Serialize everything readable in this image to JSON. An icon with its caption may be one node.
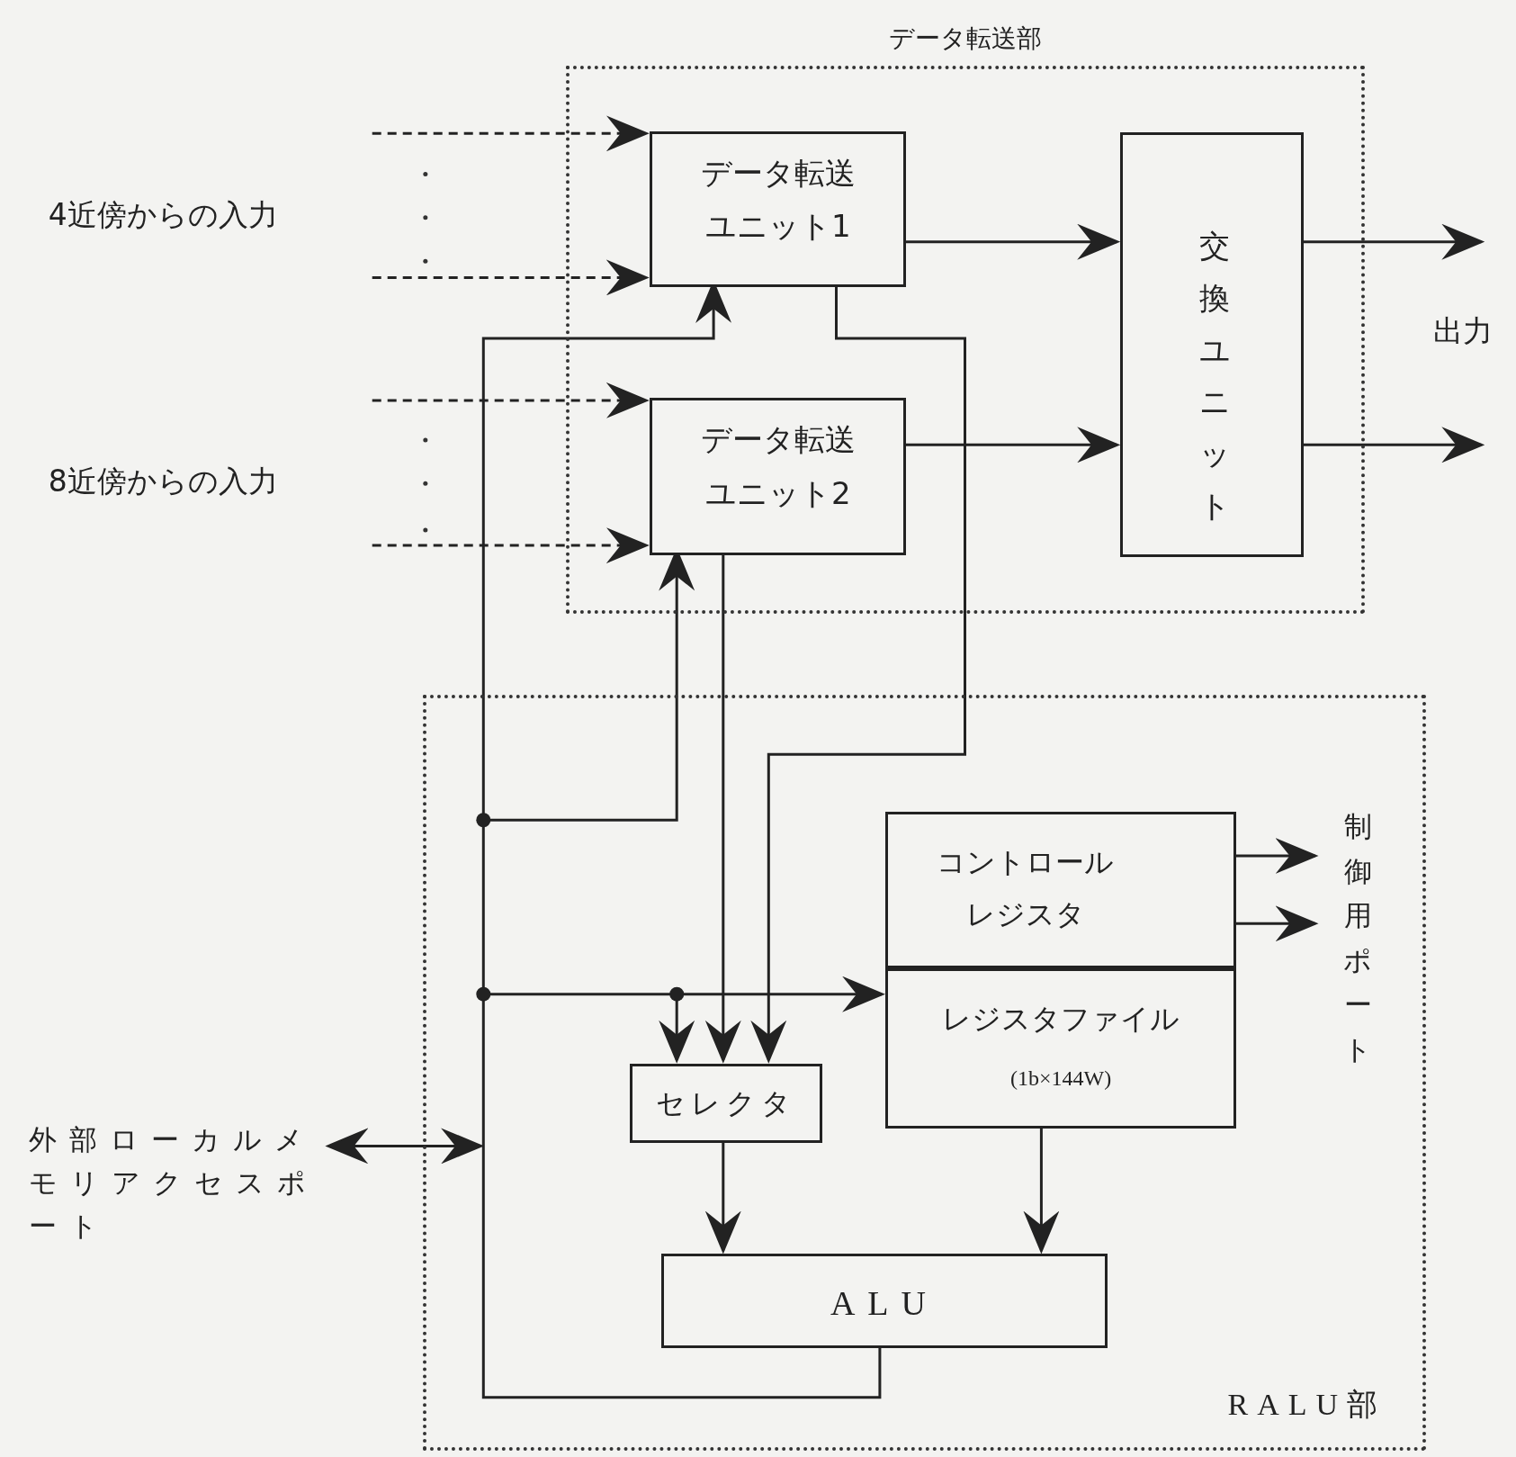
{
  "diagram": {
    "nodes": [
      {
        "text": [
          "データ転送部"
        ]
      },
      {
        "text": [
          "データ転送ユニット1"
        ],
        "in": 0
      },
      {
        "text": [
          "データ転送ユニット2"
        ],
        "in": 0
      },
      {
        "text": [
          "交換ユニット"
        ],
        "in": 0
      },
      {
        "text": [
          "RALU部"
        ]
      },
      {
        "text": [
          "コントロールレジスタ"
        ],
        "in": 4
      },
      {
        "text": [
          "レジスタファイル",
          "(1b×144W)"
        ],
        "in": 4
      },
      {
        "text": [
          "セレクタ"
        ],
        "in": 4
      },
      {
        "text": [
          "ALU"
        ],
        "in": 4
      },
      {
        "text": [
          "外部ローカルメモリアクセスポート"
        ]
      }
    ],
    "edges": [
      {
        "from": null,
        "to": 1,
        "arrow": "to",
        "style": "dashed"
      },
      {
        "from": null,
        "to": 1,
        "arrow": "to",
        "style": "dashed"
      },
      {
        "from": null,
        "to": 2,
        "arrow": "to",
        "style": "dashed"
      },
      {
        "from": null,
        "to": 2,
        "arrow": "to",
        "style": "dashed"
      },
      {
        "from": 1,
        "to": 3,
        "arrow": "to"
      },
      {
        "from": 2,
        "to": 3,
        "arrow": "to"
      },
      {
        "from": 3,
        "to": null,
        "arrow": "to"
      },
      {
        "from": 3,
        "to": null,
        "arrow": "to"
      },
      {
        "from": 8,
        "to": 1,
        "arrow": "to"
      },
      {
        "from": 8,
        "to": 2,
        "arrow": "to"
      },
      {
        "from": 8,
        "to": 6,
        "arrow": "to"
      },
      {
        "from": 8,
        "to": 7,
        "arrow": "to"
      },
      {
        "from": 1,
        "to": 7,
        "arrow": "to"
      },
      {
        "from": 2,
        "to": 7,
        "arrow": "to"
      },
      {
        "from": 5,
        "to": null,
        "arrow": "to"
      },
      {
        "from": 5,
        "to": null,
        "arrow": "to"
      },
      {
        "from": 7,
        "to": 8,
        "arrow": "to"
      },
      {
        "from": 6,
        "to": 8,
        "arrow": "to"
      },
      {
        "from": 9,
        "to": null,
        "arrow": "both"
      }
    ],
    "labels": [
      "4近傍からの入力",
      "8近傍からの入力",
      "出力",
      "制御用ポート"
    ]
  }
}
